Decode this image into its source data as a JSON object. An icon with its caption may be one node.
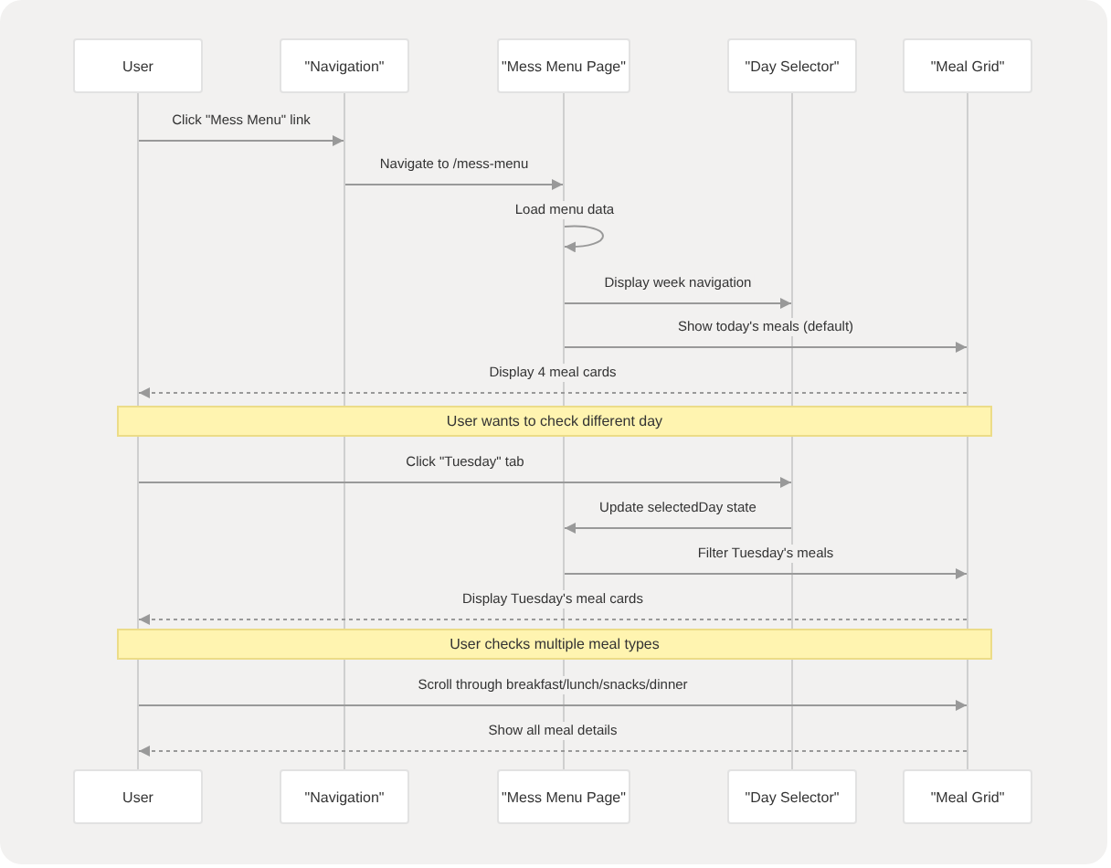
{
  "diagram": {
    "nodes": [
      {
        "text": [
          "User"
        ]
      },
      {
        "text": [
          "\"Navigation\""
        ]
      },
      {
        "text": [
          "\"Mess Menu Page\""
        ]
      },
      {
        "text": [
          "\"Day Selector\""
        ]
      },
      {
        "text": [
          "\"Meal Grid\""
        ]
      },
      {
        "text": [
          "User"
        ]
      },
      {
        "text": [
          "\"Navigation\""
        ]
      },
      {
        "text": [
          "\"Mess Menu Page\""
        ]
      },
      {
        "text": [
          "\"Day Selector\""
        ]
      },
      {
        "text": [
          "\"Meal Grid\""
        ]
      },
      {
        "text": [
          "User wants to check different day"
        ]
      },
      {
        "text": [
          "User checks multiple meal types"
        ]
      },
      {
        "text": [],
        "shape": "line"
      },
      {
        "text": [],
        "shape": "line"
      },
      {
        "text": [],
        "shape": "line"
      },
      {
        "text": [],
        "shape": "line"
      },
      {
        "text": [],
        "shape": "line"
      }
    ],
    "edges": [
      {
        "from": 12,
        "to": 13,
        "arrow": "to",
        "label": "Click \"Mess Menu\" link"
      },
      {
        "from": 13,
        "to": 14,
        "arrow": "to",
        "label": "Navigate to /mess-menu"
      },
      {
        "from": 14,
        "to": 14,
        "arrow": "to",
        "label": "Load menu data"
      },
      {
        "from": 14,
        "to": 15,
        "arrow": "to",
        "label": "Display week navigation"
      },
      {
        "from": 14,
        "to": 16,
        "arrow": "to",
        "label": "Show today's meals (default)"
      },
      {
        "from": 16,
        "to": 12,
        "arrow": "to",
        "label": "Display 4 meal cards",
        "style": "dashed"
      },
      {
        "from": 12,
        "to": 15,
        "arrow": "to",
        "label": "Click \"Tuesday\" tab"
      },
      {
        "from": 15,
        "to": 14,
        "arrow": "to",
        "label": "Update selectedDay state"
      },
      {
        "from": 14,
        "to": 16,
        "arrow": "to",
        "label": "Filter Tuesday's meals"
      },
      {
        "from": 16,
        "to": 12,
        "arrow": "to",
        "label": "Display Tuesday's meal cards",
        "style": "dashed"
      },
      {
        "from": 12,
        "to": 16,
        "arrow": "to",
        "label": "Scroll through breakfast/lunch/snacks/dinner"
      },
      {
        "from": 16,
        "to": 12,
        "arrow": "to",
        "label": "Show all meal details",
        "style": "dashed"
      }
    ]
  }
}
